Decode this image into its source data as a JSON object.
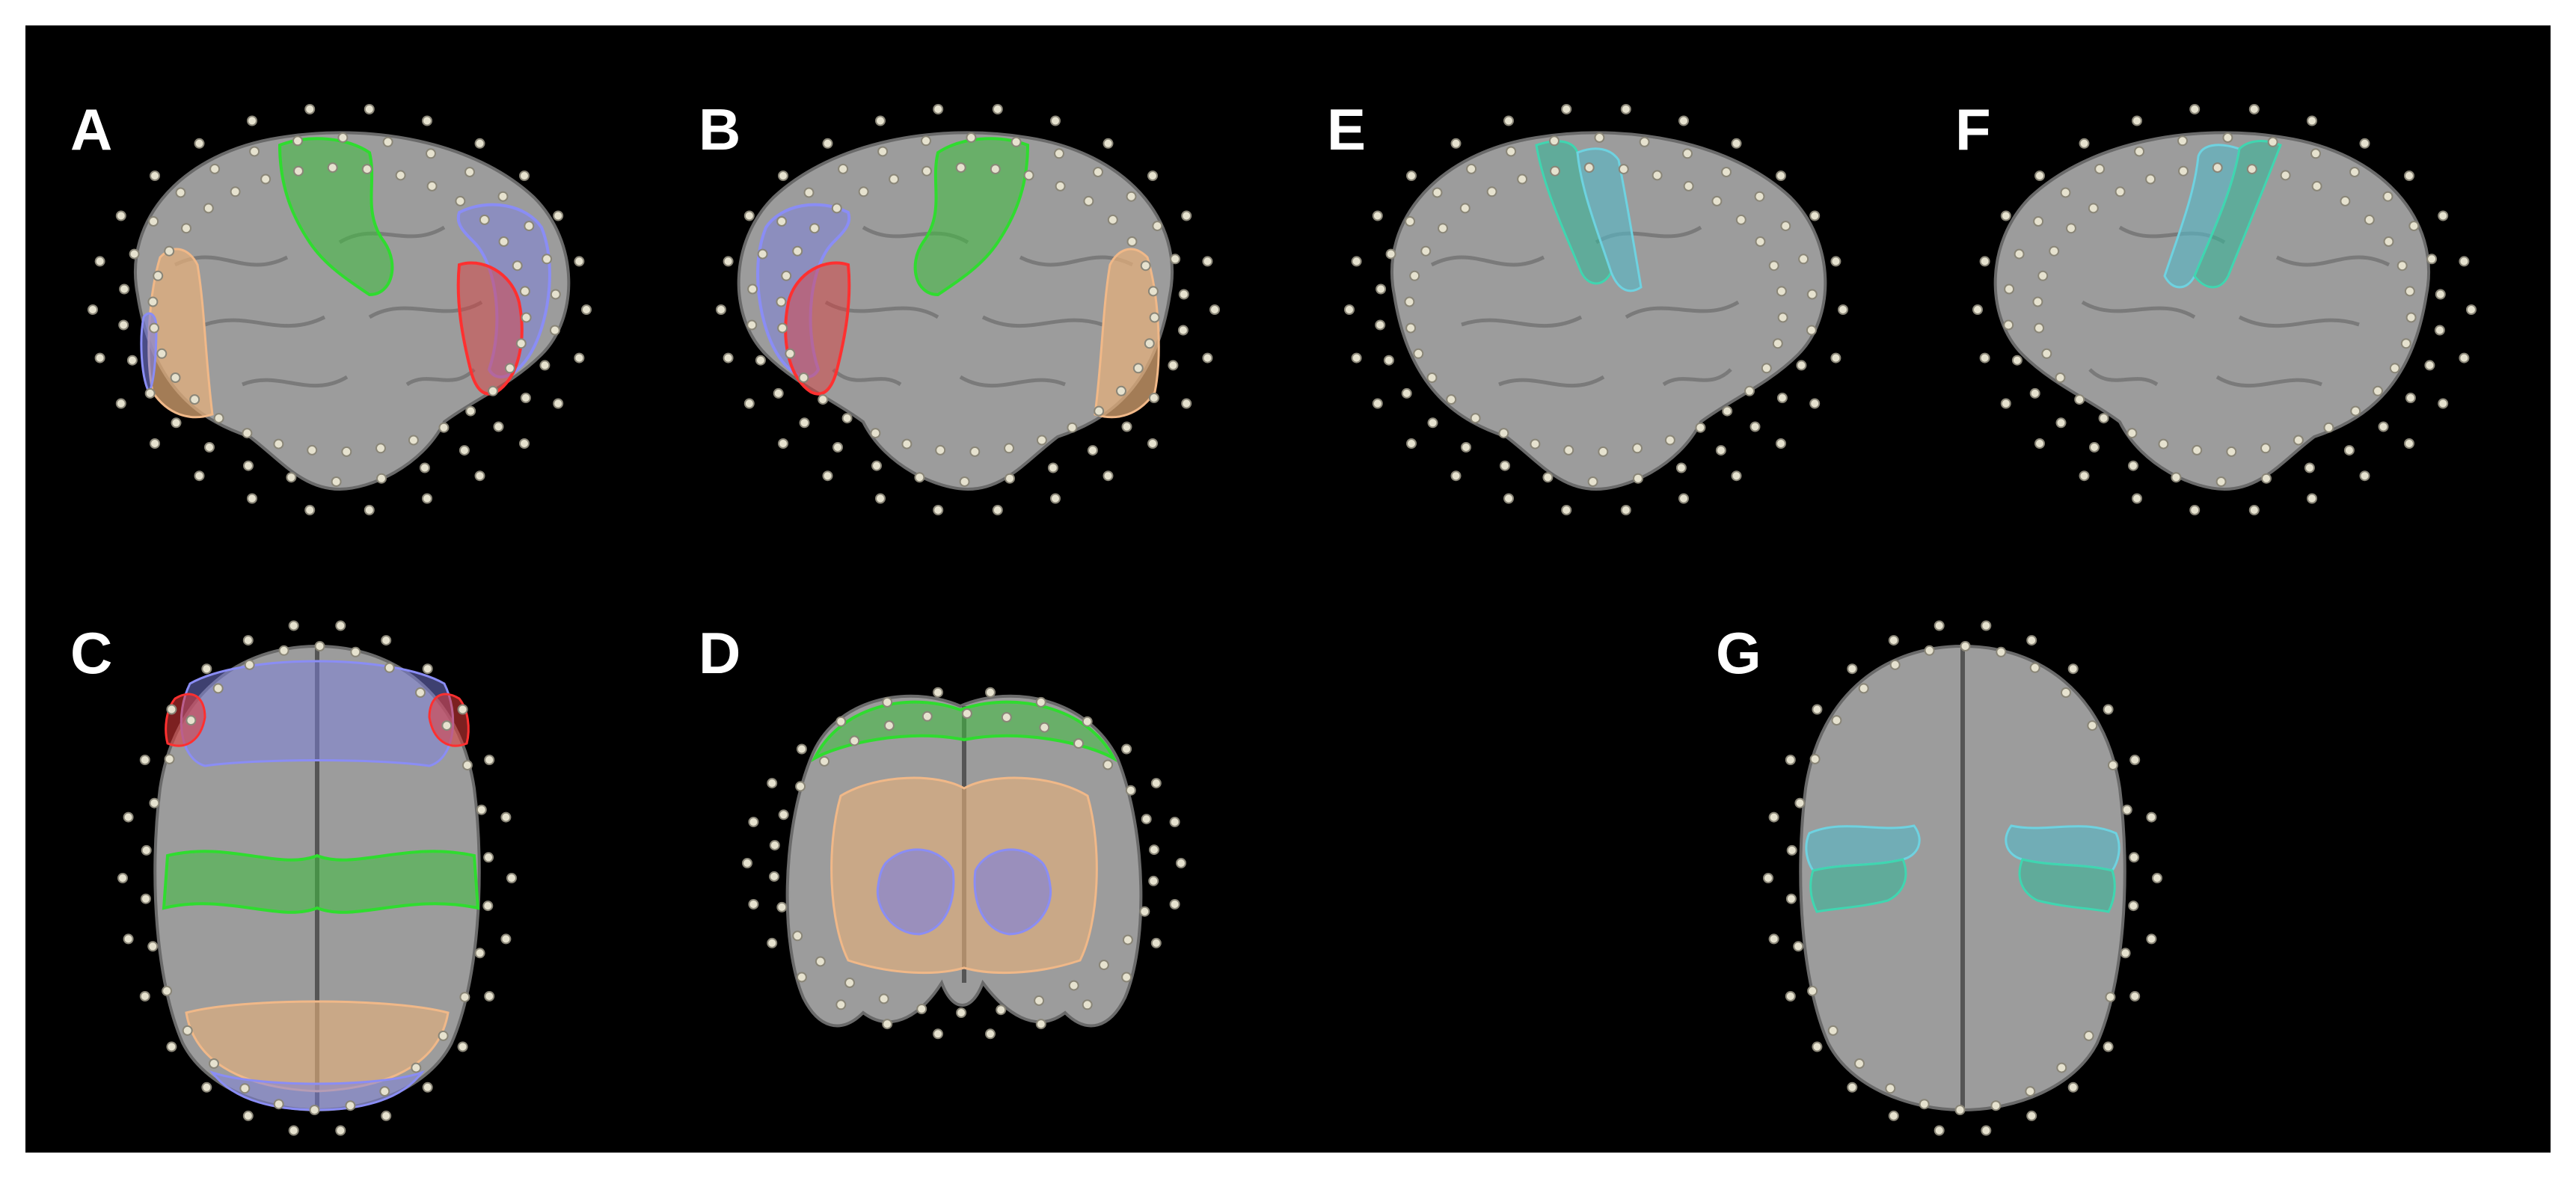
{
  "figure": {
    "background": "#000000",
    "border": "#ffffff"
  },
  "colors": {
    "cortex": "#9c9c9c",
    "cortex_shadow": "#5e5e5e",
    "electrode": "#e6e2cf",
    "region_green": "#3fbf3f",
    "region_blue": "#7b7fe0",
    "region_red": "#e23a3a",
    "region_orange": "#e8b07a",
    "region_cyan": "#55b9c8",
    "region_teal": "#38b59a"
  },
  "panels": [
    {
      "label": "A",
      "view": "left-lateral",
      "regions": [
        "region_green",
        "region_blue",
        "region_red",
        "region_orange"
      ]
    },
    {
      "label": "B",
      "view": "right-lateral",
      "regions": [
        "region_green",
        "region_blue",
        "region_red",
        "region_orange"
      ]
    },
    {
      "label": "C",
      "view": "top",
      "regions": [
        "region_green",
        "region_blue",
        "region_red",
        "region_orange"
      ]
    },
    {
      "label": "D",
      "view": "posterior",
      "regions": [
        "region_green",
        "region_blue",
        "region_orange"
      ]
    },
    {
      "label": "E",
      "view": "left-lateral",
      "regions": [
        "region_cyan",
        "region_teal"
      ]
    },
    {
      "label": "F",
      "view": "right-lateral",
      "regions": [
        "region_cyan",
        "region_teal"
      ]
    },
    {
      "label": "G",
      "view": "top",
      "regions": [
        "region_cyan",
        "region_teal"
      ]
    }
  ]
}
